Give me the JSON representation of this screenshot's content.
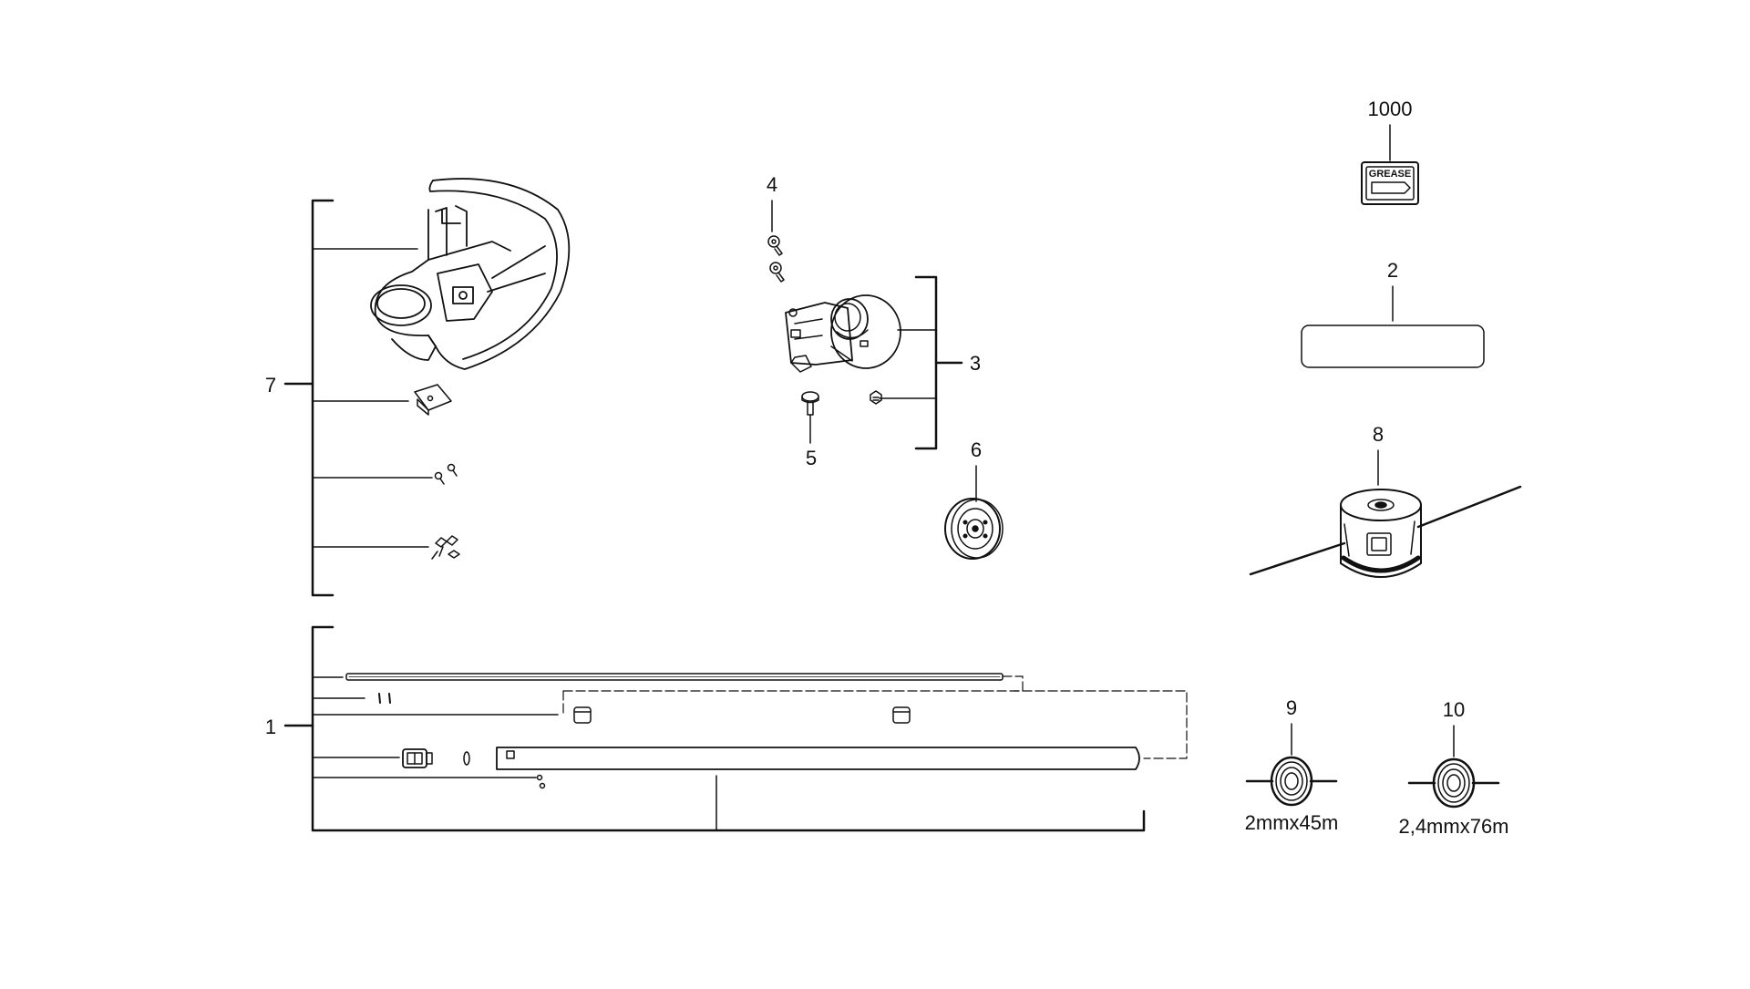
{
  "callouts": {
    "c1000": "1000",
    "c2": "2",
    "c8": "8",
    "c9": "9",
    "c10": "10",
    "c4": "4",
    "c3": "3",
    "c5": "5",
    "c6": "6",
    "c7": "7",
    "c1": "1"
  },
  "grease_label": "GREASE",
  "specs": {
    "spool_9": "2mmx45m",
    "spool_10": "2,4mmx76m"
  },
  "colors": {
    "line": "#111111",
    "background": "#ffffff"
  }
}
